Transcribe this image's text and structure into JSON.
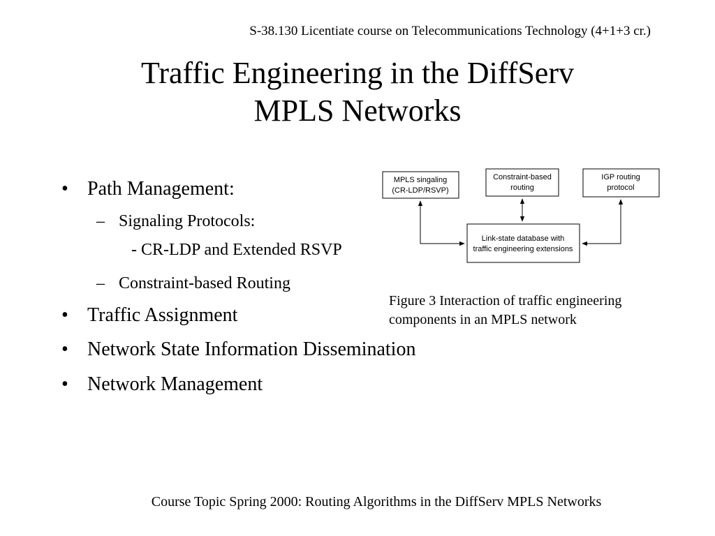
{
  "header_note": "S-38.130 Licentiate course on Telecommunications Technology (4+1+3 cr.)",
  "title": {
    "line1": "Traffic Engineering in the DiffServ",
    "line2": "MPLS Networks"
  },
  "bullets": {
    "path_management": "Path Management:",
    "signaling_protocols": "Signaling Protocols:",
    "signaling_detail": "- CR-LDP and Extended RSVP",
    "constraint_routing": "Constraint-based Routing",
    "traffic_assignment": "Traffic Assignment",
    "network_state": "Network State Information Dissemination",
    "network_management": "Network Management"
  },
  "bullet_glyph": "•",
  "dash_glyph": "–",
  "diagram": {
    "box_mpls_line1": "MPLS singaling",
    "box_mpls_line2": "(CR-LDP/RSVP)",
    "box_constraint_line1": "Constraint-based",
    "box_constraint_line2": "routing",
    "box_igp_line1": "IGP routing",
    "box_igp_line2": "protocol",
    "box_linkstate_line1": "Link-state database with",
    "box_linkstate_line2": "traffic engineering extensions"
  },
  "caption": {
    "line1": "Figure 3 Interaction of traffic engineering",
    "line2": "components in an MPLS network"
  },
  "footer": "Course Topic Spring 2000: Routing Algorithms in the DiffServ MPLS Networks"
}
